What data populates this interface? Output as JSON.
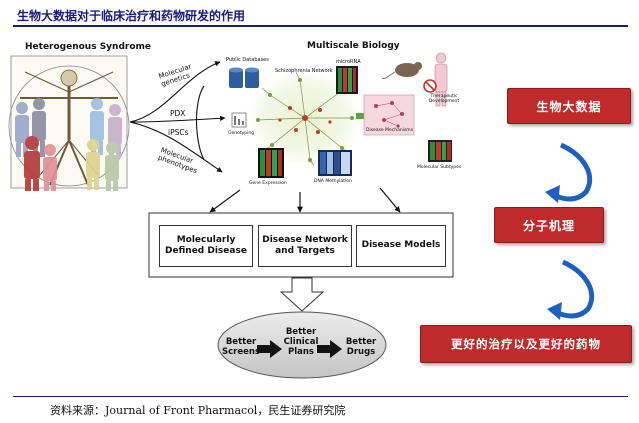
{
  "title": "生物大数据对于临床治疗和药物研发的作用",
  "source": "资料来源：Journal of Front Pharmacol，民生证券研究院",
  "diagram": {
    "left_header": "Heterogenous Syndrome",
    "right_header": "Multiscale Biology",
    "branch_labels": [
      "Molecular genetics",
      "PDX",
      "iPSCs",
      "Molecular phenotypes"
    ],
    "mini_labels": {
      "public_databases": "Public Databases",
      "schizophrenia_network": "Schizophrenia Network",
      "microrna": "microRNA",
      "therapeutic_development": "Therapeutic Development",
      "genotyping": "Genotyping",
      "disease_mechanisms": "Disease Mechanisms",
      "molecular_subtypes": "Molecular Subtypes",
      "gene_expression": "Gene Expression",
      "dna_methylation": "DNA Methylation"
    },
    "boxes": [
      "Molecularly Defined Disease",
      "Disease Network and Targets",
      "Disease Models"
    ],
    "ellipse_items": [
      "Better Screens",
      "Better Clinical Plans",
      "Better Drugs"
    ]
  },
  "flow": [
    "生物大数据",
    "分子机理",
    "更好的治疗以及更好的药物"
  ],
  "colors": {
    "title": "#1a1a80",
    "flow_box": "#bf2b2b",
    "curved_arrow": "#1f5fbf"
  }
}
